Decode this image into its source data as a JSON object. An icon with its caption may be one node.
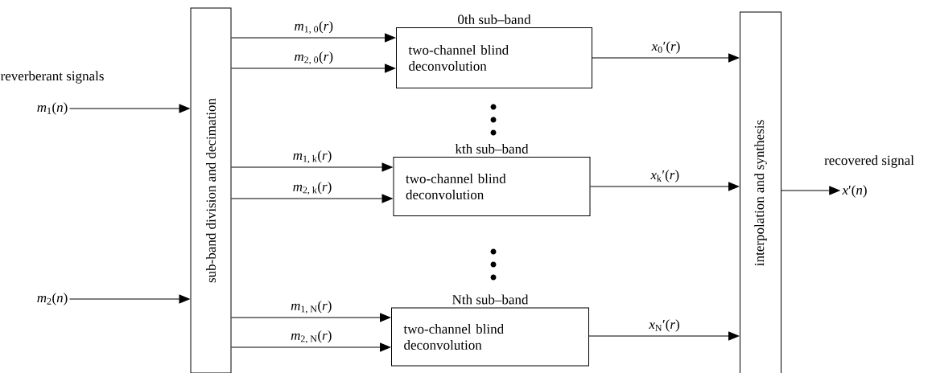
{
  "diagram": {
    "nodes": [
      {
        "text": [
          "*m*$_{1}$(*n*)"
        ]
      },
      {
        "text": [
          "*m*$_{2}$(*n*)"
        ]
      },
      {
        "text": [
          "sub-band division and decimation"
        ]
      },
      {
        "text": [
          "0th sub–band",
          "two-channel blind deconvolution"
        ]
      },
      {
        "text": [
          "kth sub–band",
          "two-channel blind deconvolution"
        ]
      },
      {
        "text": [
          "Nth sub–band",
          "two-channel blind deconvolution"
        ]
      },
      {
        "text": [
          "interpolation and synthesis"
        ]
      },
      {
        "text": [
          "*x*′(*n*)"
        ]
      }
    ],
    "edges": [
      {
        "from": 0,
        "to": 2,
        "arrow": "to"
      },
      {
        "from": 1,
        "to": 2,
        "arrow": "to"
      },
      {
        "from": 2,
        "to": 3,
        "arrow": "to",
        "label": "*m*$_{1, 0}$(*r*)"
      },
      {
        "from": 2,
        "to": 3,
        "arrow": "to",
        "label": "*m*$_{2, 0}$(*r*)"
      },
      {
        "from": 2,
        "to": 4,
        "arrow": "to",
        "label": "*m*$_{1, k}$(*r*)"
      },
      {
        "from": 2,
        "to": 4,
        "arrow": "to",
        "label": "*m*$_{2, k}$(*r*)"
      },
      {
        "from": 2,
        "to": 5,
        "arrow": "to",
        "label": "*m*$_{1, N}$(*r*)"
      },
      {
        "from": 2,
        "to": 5,
        "arrow": "to",
        "label": "*m*$_{2, N}$(*r*)"
      },
      {
        "from": 3,
        "to": 6,
        "arrow": "to",
        "label": "*x*$_{0}$′(*r*)"
      },
      {
        "from": 4,
        "to": 6,
        "arrow": "to",
        "label": "*x*$_{k}$′(*r*)"
      },
      {
        "from": 5,
        "to": 6,
        "arrow": "to",
        "label": "*x*$_{N}$′(*r*)"
      },
      {
        "from": 6,
        "to": 7,
        "arrow": "to"
      }
    ],
    "labels": [
      "reverberant signals",
      "recovered signal"
    ]
  }
}
